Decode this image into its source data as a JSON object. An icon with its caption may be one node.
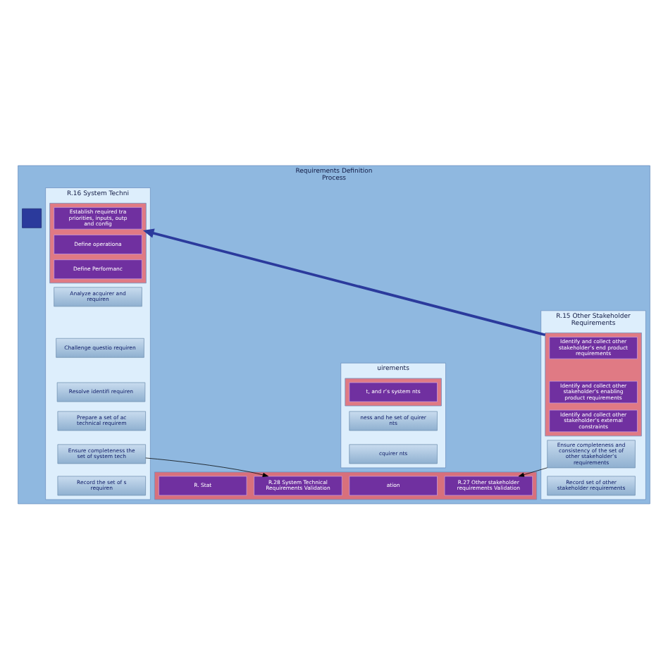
{
  "diagram": {
    "nodes": [
      {
        "text": [
          "Requirements Definition Process"
        ]
      },
      {
        "text": [
          "uirements"
        ],
        "in": 0
      },
      {
        "text": [],
        "shape": "box",
        "in": 1
      },
      {
        "text": [
          "t, and r’s system nts"
        ],
        "in": 2
      },
      {
        "text": [
          "ness and he set of quirer nts"
        ],
        "in": 1
      },
      {
        "text": [
          "cquirer nts"
        ],
        "in": 1
      },
      {
        "text": [],
        "shape": "plus",
        "in": 0
      },
      {
        "text": [
          "R.15 Other Stakeholder Requirements"
        ],
        "in": 0
      },
      {
        "text": [],
        "shape": "box",
        "in": 7
      },
      {
        "text": [
          "Identify and collect other stakeholder’s end product requirements"
        ],
        "in": 8
      },
      {
        "text": [
          "Identify and collect other stakeholder’s enabling product requirements"
        ],
        "in": 8
      },
      {
        "text": [
          "Identify and collect other stakeholder’s external constraints"
        ],
        "in": 8
      },
      {
        "text": [
          "Ensure completeness and consistency of the set of other stakeholder’s requirements"
        ],
        "in": 7
      },
      {
        "text": [
          "Record set of other stakeholder requirements"
        ],
        "in": 7
      },
      {
        "text": [
          "R.16 System Techni"
        ],
        "in": 0
      },
      {
        "text": [],
        "shape": "box",
        "in": 14
      },
      {
        "text": [
          "Establish required tra priorities, inputs, outp and config"
        ],
        "in": 15
      },
      {
        "text": [
          "Define operationa"
        ],
        "in": 15
      },
      {
        "text": [
          "Define Performanc"
        ],
        "in": 15
      },
      {
        "text": [
          "Analyze acquirer and requiren"
        ],
        "in": 14
      },
      {
        "text": [
          "Challenge questio requiren"
        ],
        "in": 14
      },
      {
        "text": [
          "Resolve identifi requiren"
        ],
        "in": 14
      },
      {
        "text": [
          "Prepare a set of ac technical requirem"
        ],
        "in": 14
      },
      {
        "text": [
          "Ensure completeness the set of system tech"
        ],
        "in": 14
      },
      {
        "text": [
          "Record the set of s requiren"
        ],
        "in": 14
      },
      {
        "text": [],
        "shape": "box",
        "in": 0
      },
      {
        "text": [
          "ation"
        ],
        "in": 25
      },
      {
        "text": [
          "R.27 Other stakeholder requirements Validation"
        ],
        "in": 25
      },
      {
        "text": [
          "R.28 System Technical Requirements Validation"
        ],
        "in": 25
      },
      {
        "text": [
          "R. Stat"
        ],
        "in": 25
      }
    ],
    "edges": [
      {
        "from": 12,
        "to": 27,
        "arrow": "to"
      },
      {
        "from": 23,
        "to": 28,
        "arrow": "to"
      },
      {
        "from": 8,
        "to": 15,
        "arrow": "to",
        "style": "thick",
        "color": "#2b3a9c"
      }
    ]
  }
}
